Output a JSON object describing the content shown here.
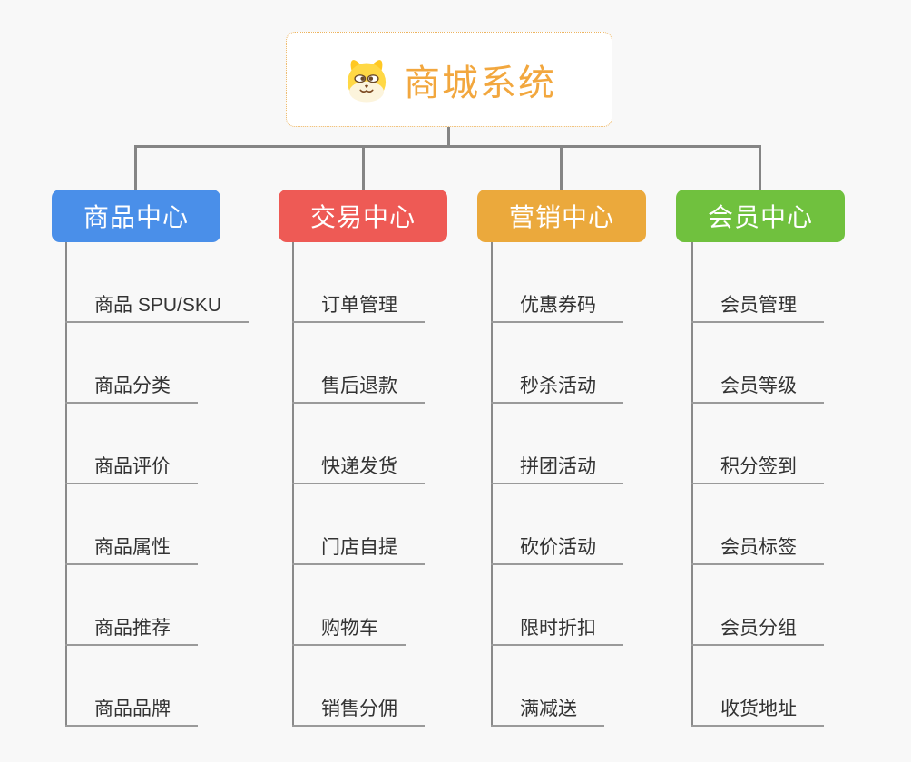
{
  "page": {
    "background": "#f8f8f8"
  },
  "root": {
    "label": "商城系统",
    "icon": "dog-face-icon",
    "text_color": "#F2A73E",
    "border_color": "#EDB45F",
    "fill": "#FFFFFF"
  },
  "connectors": {
    "color": "#858585",
    "leaf_underline_color": "#9a9a9a"
  },
  "branches": [
    {
      "label": "商品中心",
      "color": "#4A8FE9",
      "children": [
        "商品 SPU/SKU",
        "商品分类",
        "商品评价",
        "商品属性",
        "商品推荐",
        "商品品牌"
      ]
    },
    {
      "label": "交易中心",
      "color": "#EE5A55",
      "children": [
        "订单管理",
        "售后退款",
        "快递发货",
        "门店自提",
        "购物车",
        "销售分佣"
      ]
    },
    {
      "label": "营销中心",
      "color": "#EBA93C",
      "children": [
        "优惠券码",
        "秒杀活动",
        "拼团活动",
        "砍价活动",
        "限时折扣",
        "满减送"
      ]
    },
    {
      "label": "会员中心",
      "color": "#70C13E",
      "children": [
        "会员管理",
        "会员等级",
        "积分签到",
        "会员标签",
        "会员分组",
        "收货地址"
      ]
    }
  ]
}
